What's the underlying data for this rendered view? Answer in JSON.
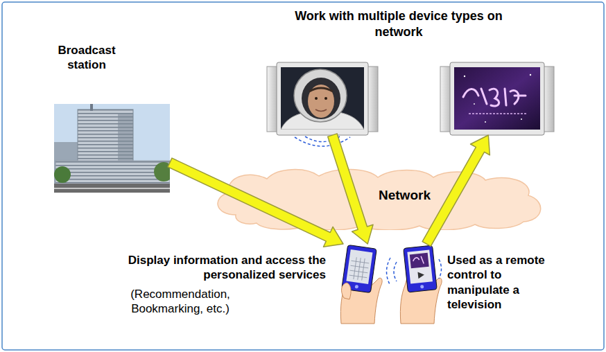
{
  "diagram": {
    "nodes": [
      {
        "text": [
          "Broadcast station"
        ]
      },
      {
        "text": []
      },
      {
        "text": []
      },
      {
        "text": [
          "Network"
        ]
      },
      {
        "text": [
          "Display information and access the personalized services",
          "(Recommendation, Bookmarking, etc.)"
        ]
      },
      {
        "text": [
          "Used as a remote control to manipulate a television"
        ]
      }
    ],
    "edges": [
      {
        "from": 0,
        "to": 4,
        "arrow": "to"
      },
      {
        "from": 1,
        "to": 4,
        "arrow": "to"
      },
      {
        "from": 5,
        "to": 2,
        "arrow": "to"
      }
    ],
    "labels": [
      "Work with multiple device types on network"
    ]
  }
}
